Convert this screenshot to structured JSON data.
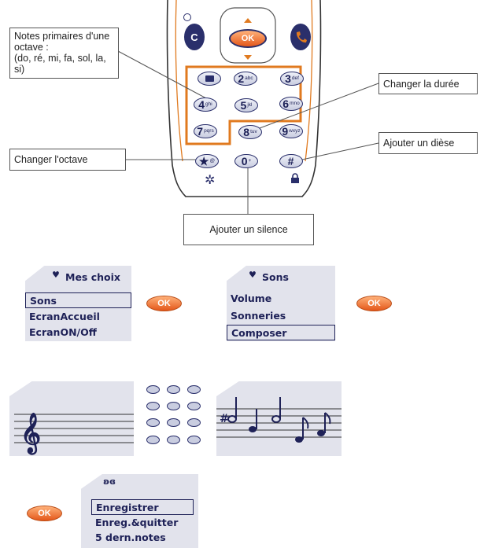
{
  "callouts": {
    "notes_title": "Notes primaires d'une",
    "notes_line2": "octave :",
    "notes_line3": "(do, ré, mi, fa, sol, la, si)",
    "duree": "Changer la durée",
    "diese": "Ajouter un dièse",
    "octave": "Changer l'octave",
    "silence": "Ajouter un silence"
  },
  "keypad": {
    "ok_label": "OK",
    "c_label": "C",
    "keys": [
      {
        "digit": "",
        "letters": ""
      },
      {
        "digit": "2",
        "letters": "abc"
      },
      {
        "digit": "3",
        "letters": "def"
      },
      {
        "digit": "4",
        "letters": "ghi"
      },
      {
        "digit": "5",
        "letters": "jkl"
      },
      {
        "digit": "6",
        "letters": "mno"
      },
      {
        "digit": "7",
        "letters": "pqrs"
      },
      {
        "digit": "8",
        "letters": "tuv"
      },
      {
        "digit": "9",
        "letters": "wxyz"
      },
      {
        "digit": "★",
        "letters": "@"
      },
      {
        "digit": "0",
        "letters": "+"
      },
      {
        "digit": "#",
        "letters": ""
      }
    ]
  },
  "screen1": {
    "title": "Mes choix",
    "items": [
      "Sons",
      "EcranAccueil",
      "EcranON/Off"
    ],
    "selected": 0
  },
  "screen2": {
    "title": "Sons",
    "items": [
      "Volume",
      "Sonneries",
      "Composer"
    ],
    "selected": 2
  },
  "screen5": {
    "items": [
      "Enregistrer",
      "Enreg.&quitter",
      "5 dern.notes"
    ],
    "selected": 0
  },
  "ok_buttons": [
    "OK",
    "OK",
    "OK"
  ],
  "colors": {
    "accent_orange": "#e07a1f",
    "lcd_bg": "#e2e3ec",
    "key_outline": "#2a2f6b",
    "ok_orange": "#e4571a"
  }
}
